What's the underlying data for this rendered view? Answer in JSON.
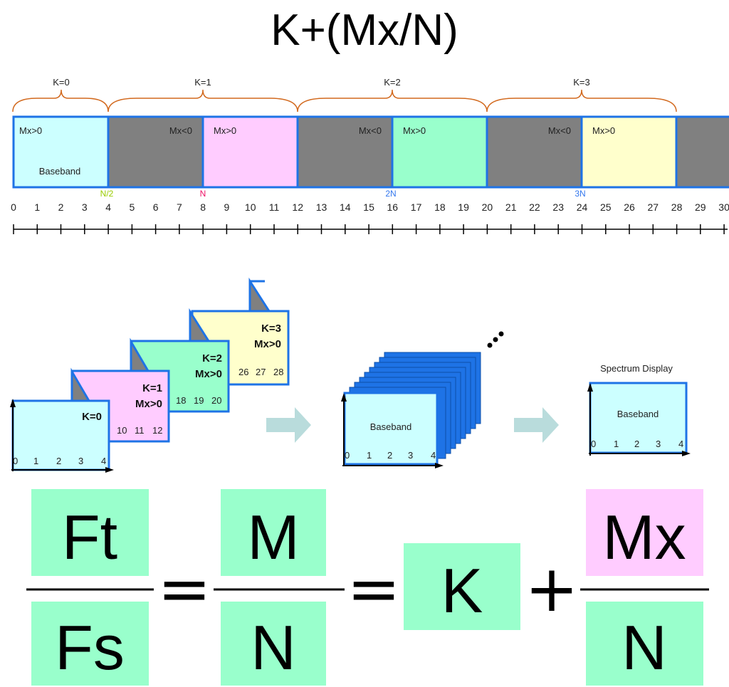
{
  "title": "K+(Mx/N)",
  "colors": {
    "baseband": "#ccffff",
    "k1": "#ffccff",
    "k2": "#99ffcc",
    "k3": "#ffffcc",
    "gray": "#808080",
    "border": "#1e73e6",
    "brace": "#d2691e",
    "n_half": "#99cc00",
    "n": "#ee1166",
    "two_n": "#3377ee",
    "three_n": "#3377ee",
    "formula_box": "#99ffcc",
    "mx_box": "#ffccff",
    "mx_text": "#ee1166",
    "arrow": "#b9dcdc"
  },
  "braces": [
    "K=0",
    "K=1",
    "K=2",
    "K=3"
  ],
  "band_labels": {
    "mx_pos": "Mx>0",
    "mx_neg": "Mx<0",
    "baseband": "Baseband"
  },
  "ticks": [
    "0",
    "1",
    "2",
    "3",
    "4",
    "5",
    "6",
    "7",
    "8",
    "9",
    "10",
    "11",
    "12",
    "13",
    "14",
    "15",
    "16",
    "17",
    "18",
    "19",
    "20",
    "21",
    "22",
    "23",
    "24",
    "25",
    "26",
    "27",
    "28",
    "29",
    "30"
  ],
  "multiples": {
    "n_half": "N/2",
    "n": "N",
    "two_n": "2N",
    "three_n": "3N"
  },
  "cards": {
    "k0": {
      "label": "K=0",
      "nums": [
        "0",
        "1",
        "2",
        "3",
        "4"
      ]
    },
    "k1": {
      "label1": "K=1",
      "label2": "Mx>0",
      "nums": [
        "10",
        "11",
        "12"
      ]
    },
    "k2": {
      "label1": "K=2",
      "label2": "Mx>0",
      "nums": [
        "18",
        "19",
        "20"
      ]
    },
    "k3": {
      "label1": "K=3",
      "label2": "Mx>0",
      "nums": [
        "26",
        "27",
        "28"
      ]
    }
  },
  "stack": {
    "label": "Baseband",
    "nums": [
      "0",
      "1",
      "2",
      "3",
      "4"
    ]
  },
  "spectrum": {
    "title": "Spectrum Display",
    "label": "Baseband",
    "nums": [
      "0",
      "1",
      "2",
      "3",
      "4"
    ]
  },
  "formula": {
    "ft": "Ft",
    "fs": "Fs",
    "m": "M",
    "n1": "N",
    "k": "K",
    "mx": "Mx",
    "n2": "N",
    "equals": "=",
    "plus": "+"
  }
}
